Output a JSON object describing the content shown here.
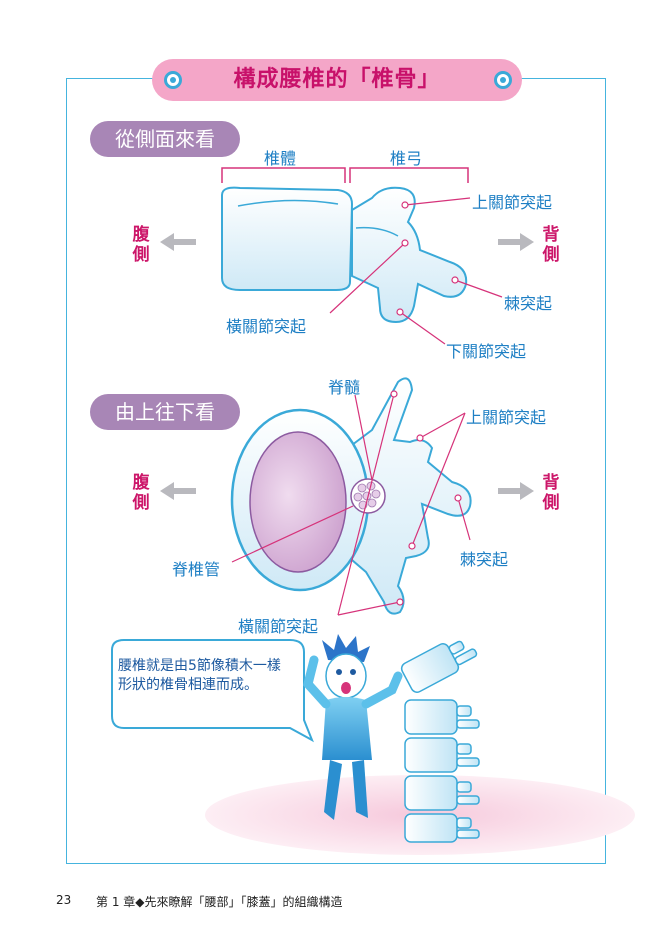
{
  "header": {
    "title": "構成腰椎的「椎骨」"
  },
  "side_view": {
    "heading": "從側面來看",
    "vertebral_body": "椎體",
    "vertebral_arch": "椎弓",
    "superior_articular": "上關節突起",
    "spinous": "棘突起",
    "transverse": "橫關節突起",
    "inferior_articular": "下關節突起",
    "ventral": "腹側",
    "dorsal": "背側"
  },
  "top_view": {
    "heading": "由上往下看",
    "spinal_cord": "脊髓",
    "superior_articular": "上關節突起",
    "spinous": "棘突起",
    "spinal_canal": "脊椎管",
    "transverse": "橫關節突起",
    "ventral": "腹側",
    "dorsal": "背側"
  },
  "note": {
    "text": "腰椎就是由5節像積木一樣形狀的椎骨相連而成。"
  },
  "footer": {
    "page_number": "23",
    "chapter": "第 1 章◆先來瞭解「腰部」「膝蓋」的組織構造"
  },
  "colors": {
    "accent": "#c8116a",
    "label": "#1e7fc4",
    "frame": "#45b4de",
    "pill": "#a886b6"
  }
}
